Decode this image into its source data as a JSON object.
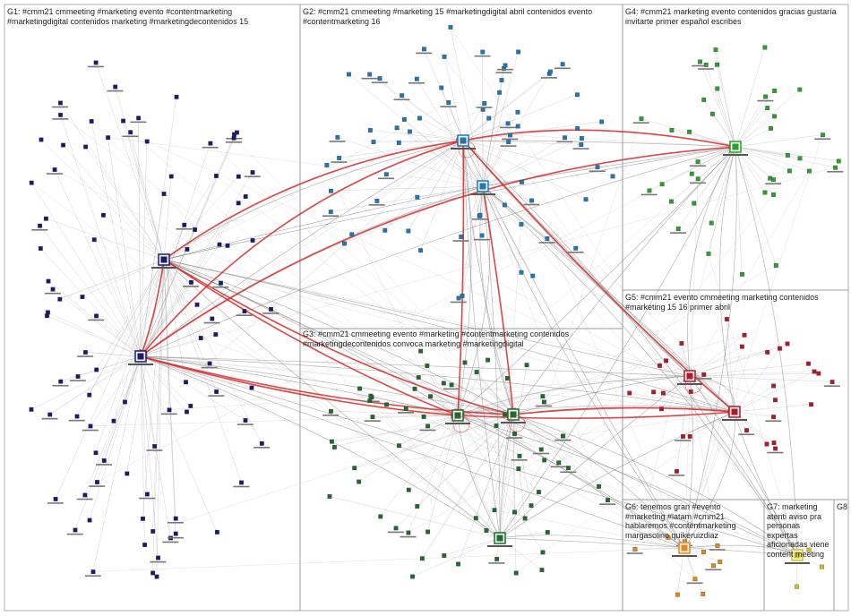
{
  "groups": {
    "g1": {
      "label": "G1: #cmm21 cmmeeting #marketing evento #contentmarketing #marketingdigital contenidos marketing #marketingdecontenidos 15",
      "color": "#1b1b6e"
    },
    "g2": {
      "label": "G2: #cmm21 cmmeeting #marketing 15 #marketingdigital abril contenidos evento #contentmarketing 16",
      "color": "#1f78b4"
    },
    "g3": {
      "label": "G3: #cmm21 cmmeeting evento #marketing #contentmarketing contenidos #marketingdecontenidos convoca marketing #marketingdigital",
      "color": "#1e6b2e"
    },
    "g4": {
      "label": "G4: #cmm21 marketing evento contenidos gracias gustaría invitarte primer español escribes",
      "color": "#2ca02c"
    },
    "g5": {
      "label": "G5: #cmm21 evento cmmeeting marketing contenidos #marketing 15 16 primer abril",
      "color": "#b2182b"
    },
    "g6": {
      "label": "G6: tenemos gran #evento #marketing #latam #cmm21 hablaremos #contentmarketing margasolino quikeruizdiaz",
      "color": "#e08a1e"
    },
    "g7": {
      "label": "G7: marketing atenti aviso pra personas expertas aficionadas viene content meeting",
      "color": "#d4c21a"
    },
    "g8": {
      "label": "G8",
      "color": "#bcbd22"
    }
  },
  "styling": {
    "edge_color": "#b5b5b5",
    "strong_edge_color": "#d62728",
    "panel_border": "#9a9a9a"
  }
}
